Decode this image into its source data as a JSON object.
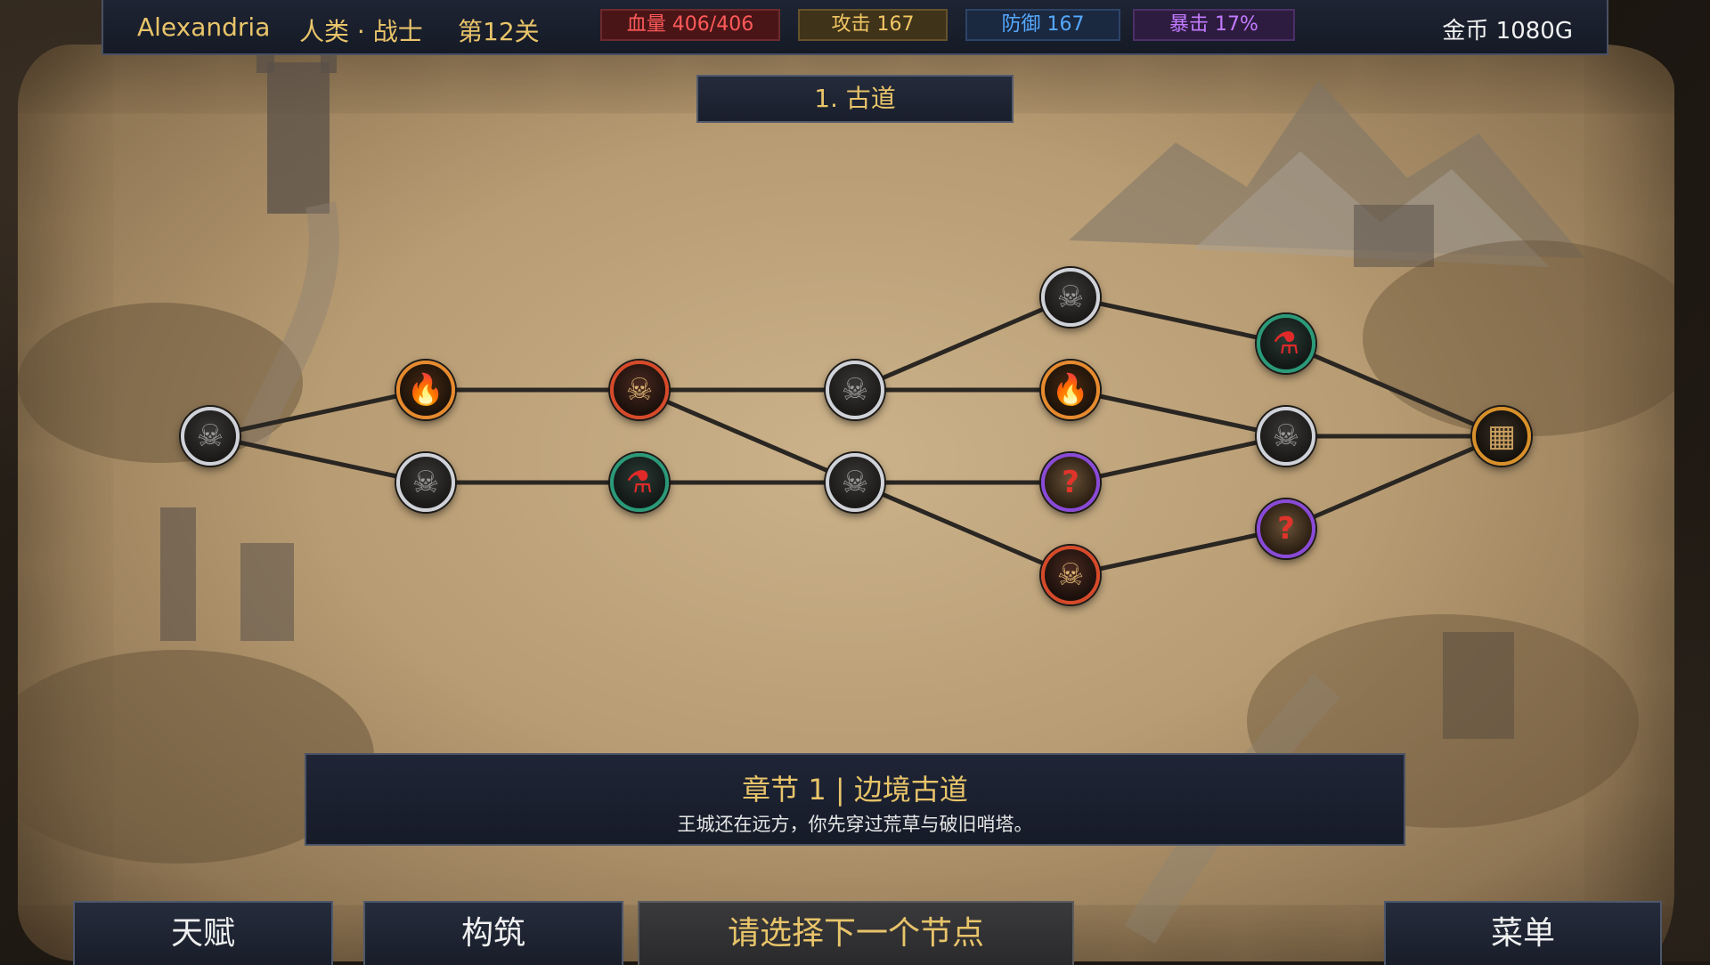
{
  "player": {
    "name": "Alexandria",
    "class": "人类 · 战士",
    "level": "第12关"
  },
  "stats": {
    "hp": "血量 406/406",
    "attack": "攻击 167",
    "defense": "防御 167",
    "crit": "暴击 17%"
  },
  "gold": "金币 1080G",
  "stage_title": "1. 古道",
  "map_nodes": [
    {
      "id": "start",
      "type": "enemy",
      "icon": "skull-icon",
      "glyph": "☠"
    },
    {
      "id": "c1-top",
      "type": "campfire",
      "icon": "campfire-icon",
      "glyph": "🔥"
    },
    {
      "id": "c1-bot",
      "type": "enemy",
      "icon": "skull-icon",
      "glyph": "☠"
    },
    {
      "id": "c2-top",
      "type": "elite",
      "icon": "elite-demon-icon",
      "glyph": "☠"
    },
    {
      "id": "c2-bot",
      "type": "shop",
      "icon": "potion-icon",
      "glyph": "⚗"
    },
    {
      "id": "c3-top",
      "type": "enemy",
      "icon": "skull-icon",
      "glyph": "☠"
    },
    {
      "id": "c3-bot",
      "type": "enemy",
      "icon": "skull-icon",
      "glyph": "☠"
    },
    {
      "id": "c4-a",
      "type": "enemy",
      "icon": "skull-icon",
      "glyph": "☠"
    },
    {
      "id": "c4-b",
      "type": "campfire",
      "icon": "campfire-icon",
      "glyph": "🔥"
    },
    {
      "id": "c4-c",
      "type": "event",
      "icon": "mystery-event-icon",
      "glyph": "?"
    },
    {
      "id": "c4-d",
      "type": "elite",
      "icon": "elite-demon-icon",
      "glyph": "☠"
    },
    {
      "id": "c5-a",
      "type": "shop",
      "icon": "potion-icon",
      "glyph": "⚗"
    },
    {
      "id": "c5-b",
      "type": "enemy",
      "icon": "skull-icon",
      "glyph": "☠"
    },
    {
      "id": "c5-c",
      "type": "event",
      "icon": "mystery-event-icon",
      "glyph": "?"
    },
    {
      "id": "boss",
      "type": "boss",
      "icon": "gate-boss-icon",
      "glyph": "▦"
    }
  ],
  "chapter": {
    "title": "章节 1 | 边境古道",
    "description": "王城还在远方，你先穿过荒草与破旧哨塔。"
  },
  "buttons": {
    "talent": "天赋",
    "build": "构筑",
    "prompt": "请选择下一个节点",
    "menu": "菜单"
  }
}
